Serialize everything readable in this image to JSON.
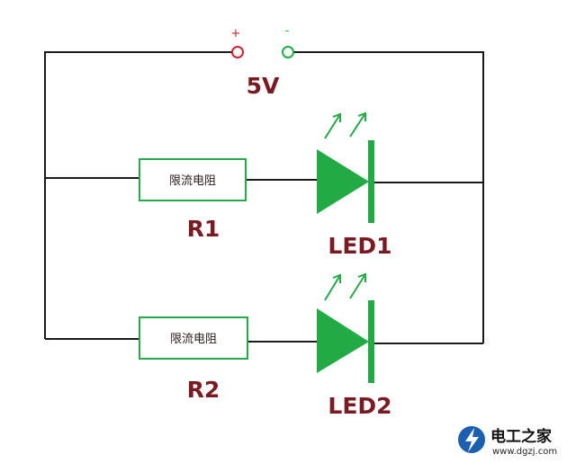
{
  "battery": {
    "voltage_label": "5V",
    "plus_sign": "+",
    "minus_sign": "-",
    "plus_color": "#cc2233",
    "minus_color": "#22aa44"
  },
  "branches": [
    {
      "resistor_text": "限流电阻",
      "resistor_label": "R1",
      "led_label": "LED1"
    },
    {
      "resistor_text": "限流电阻",
      "resistor_label": "R2",
      "led_label": "LED2"
    }
  ],
  "colors": {
    "led": "#22aa44",
    "label": "#7a1a22",
    "wire": "#1a1a1a"
  },
  "watermark": {
    "name": "电工之家",
    "url": "www.dgzj.com",
    "icon": "lightning-bolt-icon",
    "icon_color": "#1b5fb0"
  }
}
